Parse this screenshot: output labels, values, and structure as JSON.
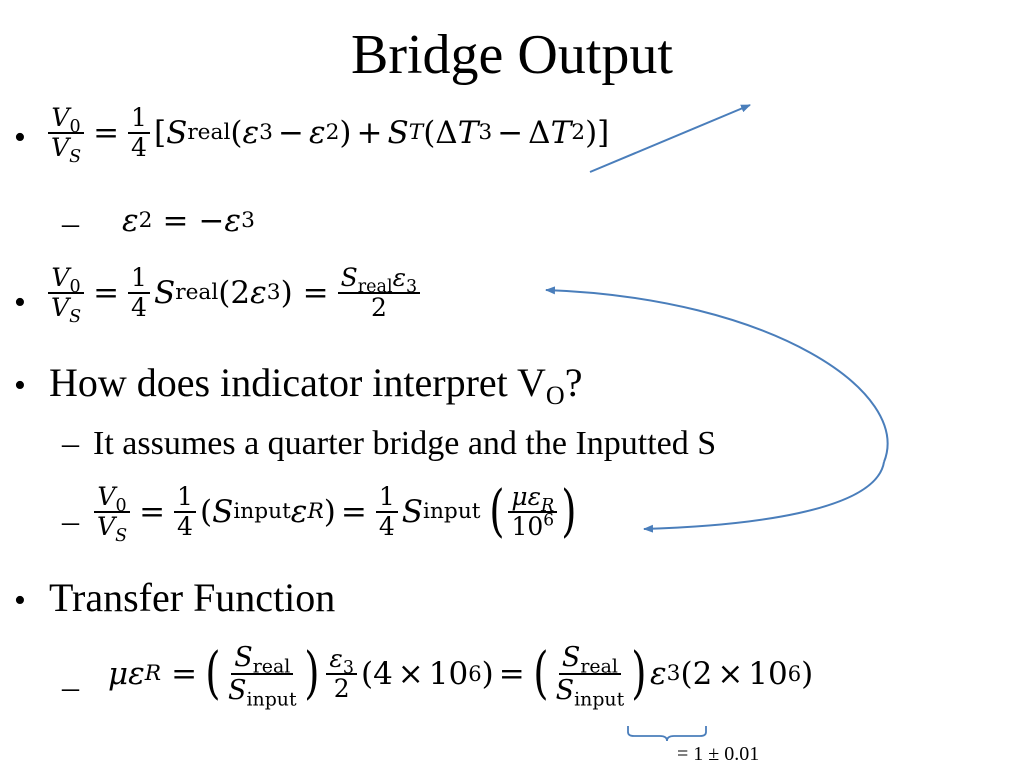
{
  "title": "Bridge Output",
  "bullets": {
    "b1": "•",
    "b2": "•",
    "b3": "•",
    "b4": "•"
  },
  "dashes": {
    "d1": "–",
    "d2": "–",
    "d3": "–",
    "d4": "–"
  },
  "question_text": "How does indicator interpret V",
  "question_sub": "O",
  "question_end": "?",
  "assumption_text": "It assumes a quarter bridge and the Inputted S",
  "transfer_heading": "Transfer Function",
  "brace_note": "= 1 ± 0.01",
  "colors": {
    "annotation": "#4a7ebb",
    "text": "#000000"
  }
}
